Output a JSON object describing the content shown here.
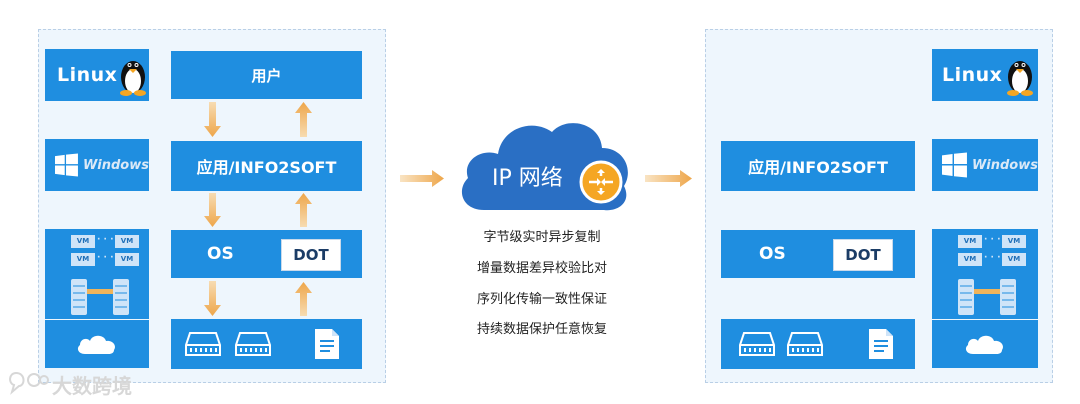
{
  "left": {
    "linux_label": "Linux",
    "windows_label": "Windows",
    "user_label": "用户",
    "app_label": "应用/INFO2SOFT",
    "os_label": "OS",
    "dot_label": "DOT"
  },
  "right": {
    "linux_label": "Linux",
    "windows_label": "Windows",
    "app_label": "应用/INFO2SOFT",
    "os_label": "OS",
    "dot_label": "DOT"
  },
  "vm_label": "VM",
  "cloud": {
    "label": "IP 网络"
  },
  "features": [
    "字节级实时异步复制",
    "增量数据差异校验比对",
    "序列化传输一致性保证",
    "持续数据保护任意恢复"
  ],
  "watermark": "大数跨境",
  "colors": {
    "panel_bg": "#eef6fd",
    "box_blue": "#1f8ee0",
    "arrow_orange": "#f0b45a",
    "cloud_blue": "#2a6fc4",
    "router_orange": "#f5a623"
  }
}
